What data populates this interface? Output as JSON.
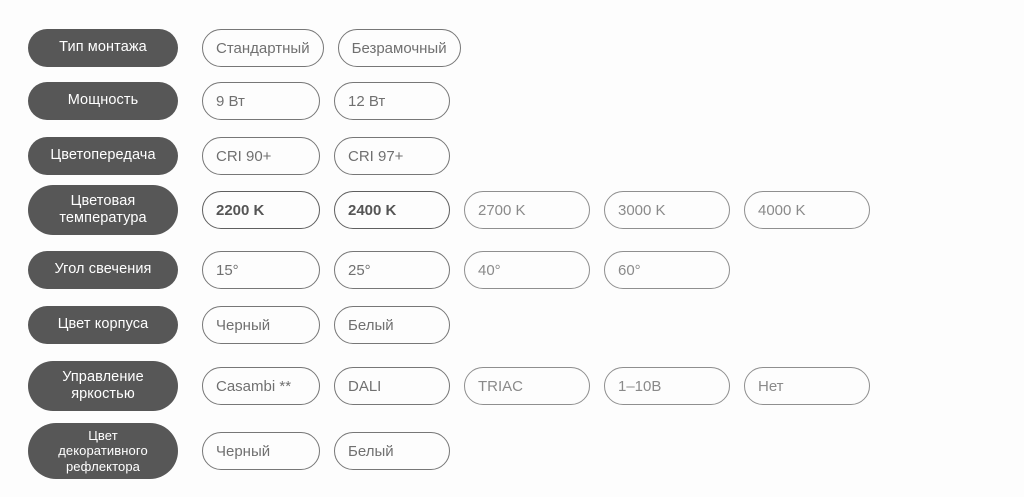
{
  "page": {
    "background_color": "#fdfdfd",
    "label_pill_color": "#575757",
    "label_text_color": "#ffffff",
    "option_border_color": "#8f8f8f",
    "option_text_color": "#8a8a8a",
    "option_emphasis_color": "#555555"
  },
  "rows": [
    {
      "label": "Тип монтажа",
      "label_lines": 1,
      "options": [
        {
          "text": "Стандартный",
          "style": "semi",
          "width": "auto"
        },
        {
          "text": "Безрамочный",
          "style": "semi",
          "width": "auto"
        }
      ]
    },
    {
      "label": "Мощность",
      "label_lines": 1,
      "options": [
        {
          "text": "9 Вт",
          "style": "semi",
          "width": "sm"
        },
        {
          "text": "12 Вт",
          "style": "semi",
          "width": "md"
        }
      ]
    },
    {
      "label": "Цветопередача",
      "label_lines": 1,
      "options": [
        {
          "text": "CRI 90+",
          "style": "semi",
          "width": "sm"
        },
        {
          "text": "CRI 97+",
          "style": "semi",
          "width": "md"
        }
      ]
    },
    {
      "label": "Цветовая\nтемпература",
      "label_lines": 2,
      "options": [
        {
          "text": "2200 K",
          "style": "emphasis",
          "width": "sm"
        },
        {
          "text": "2400 K",
          "style": "emphasis",
          "width": "md"
        },
        {
          "text": "2700 K",
          "style": "normal",
          "width": "lg"
        },
        {
          "text": "3000 K",
          "style": "normal",
          "width": "lg"
        },
        {
          "text": "4000 K",
          "style": "normal",
          "width": "lg"
        }
      ]
    },
    {
      "label": "Угол свечения",
      "label_lines": 1,
      "options": [
        {
          "text": "15°",
          "style": "semi",
          "width": "sm"
        },
        {
          "text": "25°",
          "style": "semi",
          "width": "md"
        },
        {
          "text": "40°",
          "style": "normal",
          "width": "lg"
        },
        {
          "text": "60°",
          "style": "normal",
          "width": "lg"
        }
      ]
    },
    {
      "label": "Цвет корпуса",
      "label_lines": 1,
      "options": [
        {
          "text": "Черный",
          "style": "semi",
          "width": "sm"
        },
        {
          "text": "Белый",
          "style": "semi",
          "width": "md"
        }
      ]
    },
    {
      "label": "Управление\nяркостью",
      "label_lines": 2,
      "options": [
        {
          "text": "Casambi **",
          "style": "semi",
          "width": "sm"
        },
        {
          "text": "DALI",
          "style": "semi",
          "width": "md"
        },
        {
          "text": "TRIAC",
          "style": "normal",
          "width": "lg"
        },
        {
          "text": "1–10В",
          "style": "normal",
          "width": "lg"
        },
        {
          "text": "Нет",
          "style": "normal",
          "width": "lg"
        }
      ]
    },
    {
      "label": "Цвет\nдекоративного\nрефлектора",
      "label_lines": 3,
      "options": [
        {
          "text": "Черный",
          "style": "semi",
          "width": "sm"
        },
        {
          "text": "Белый",
          "style": "semi",
          "width": "md"
        }
      ]
    }
  ]
}
